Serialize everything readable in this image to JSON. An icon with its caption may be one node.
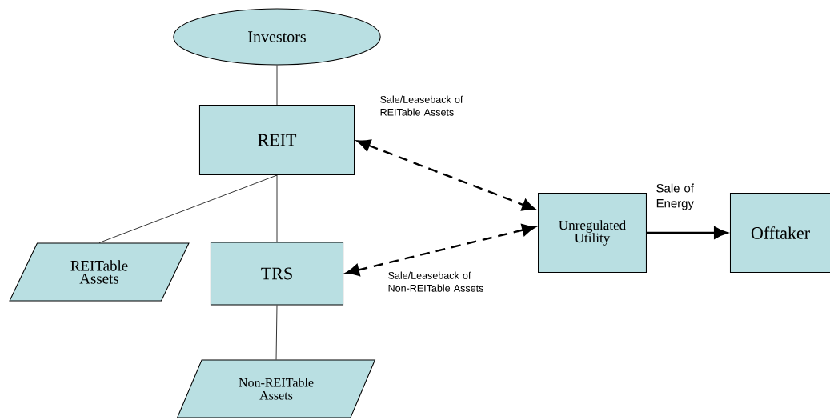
{
  "diagram": {
    "nodes": [
      {
        "text": [
          "Investors"
        ]
      },
      {
        "text": [
          "REIT"
        ]
      },
      {
        "text": [
          "REITable Assets"
        ]
      },
      {
        "text": [
          "TRS"
        ]
      },
      {
        "text": [
          "Non-REITable Assets"
        ]
      },
      {
        "text": [
          "Unregulated Utility"
        ]
      },
      {
        "text": [
          "Offtaker"
        ]
      }
    ],
    "edges": [
      {
        "from": 0,
        "to": 1,
        "arrow": "none"
      },
      {
        "from": 1,
        "to": 2,
        "arrow": "none"
      },
      {
        "from": 1,
        "to": 3,
        "arrow": "none"
      },
      {
        "from": 3,
        "to": 4,
        "arrow": "none"
      },
      {
        "from": 1,
        "to": 5,
        "arrow": "both",
        "style": "dashed",
        "label": "Sale/Leaseback of REITable Assets"
      },
      {
        "from": 3,
        "to": 5,
        "arrow": "both",
        "style": "dashed",
        "label": "Sale/Leaseback of Non-REITable Assets"
      },
      {
        "from": 5,
        "to": 6,
        "arrow": "to",
        "style": "thick",
        "label": "Sale of Energy"
      }
    ]
  }
}
